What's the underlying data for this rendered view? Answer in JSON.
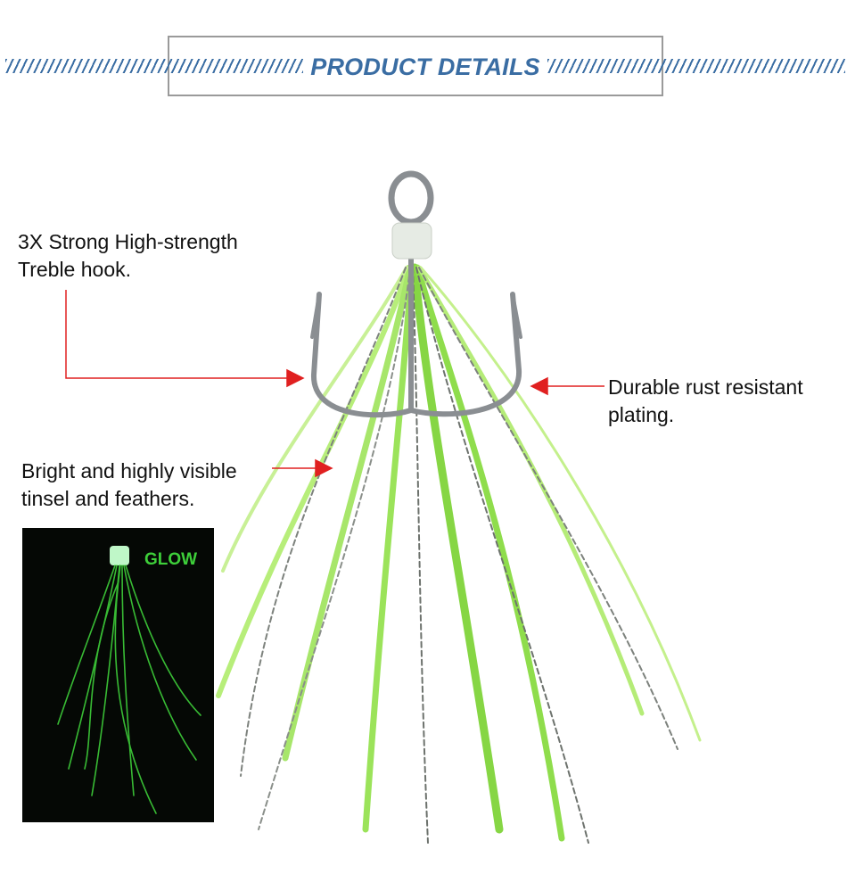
{
  "header": {
    "title": "PRODUCT DETAILS"
  },
  "callouts": {
    "hook_strength": "3X Strong High-strength\nTreble hook.",
    "plating": "Durable rust resistant\nplating.",
    "tinsel": "Bright and highly visible\ntinsel and feathers."
  },
  "glow_inset": {
    "label": "GLOW"
  },
  "colors": {
    "header_blue": "#3a6da3",
    "arrow_red": "#e02020",
    "feather_green": "#9be35a",
    "glow_green": "#3ecf3a"
  },
  "icons": {
    "product": "treble-hook-with-feathers"
  }
}
